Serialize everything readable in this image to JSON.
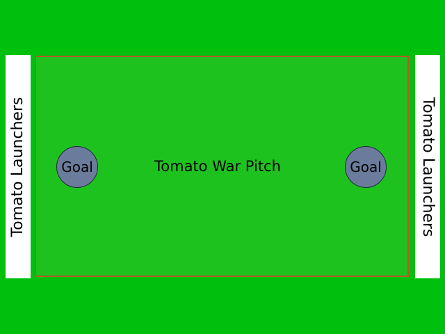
{
  "colors": {
    "grass": "#00c00e",
    "pitch_fill": "#1ec21e",
    "pitch_border": "#b25a2a",
    "launcher_fill": "#ffffff",
    "goal_fill": "#6a7b9b",
    "goal_border": "#1f2a3d"
  },
  "pitch": {
    "title": "Tomato War Pitch"
  },
  "launchers": {
    "left_label": "Tomato Launchers",
    "right_label": "Tomato Launchers"
  },
  "goals": {
    "left_label": "Goal",
    "right_label": "Goal"
  }
}
